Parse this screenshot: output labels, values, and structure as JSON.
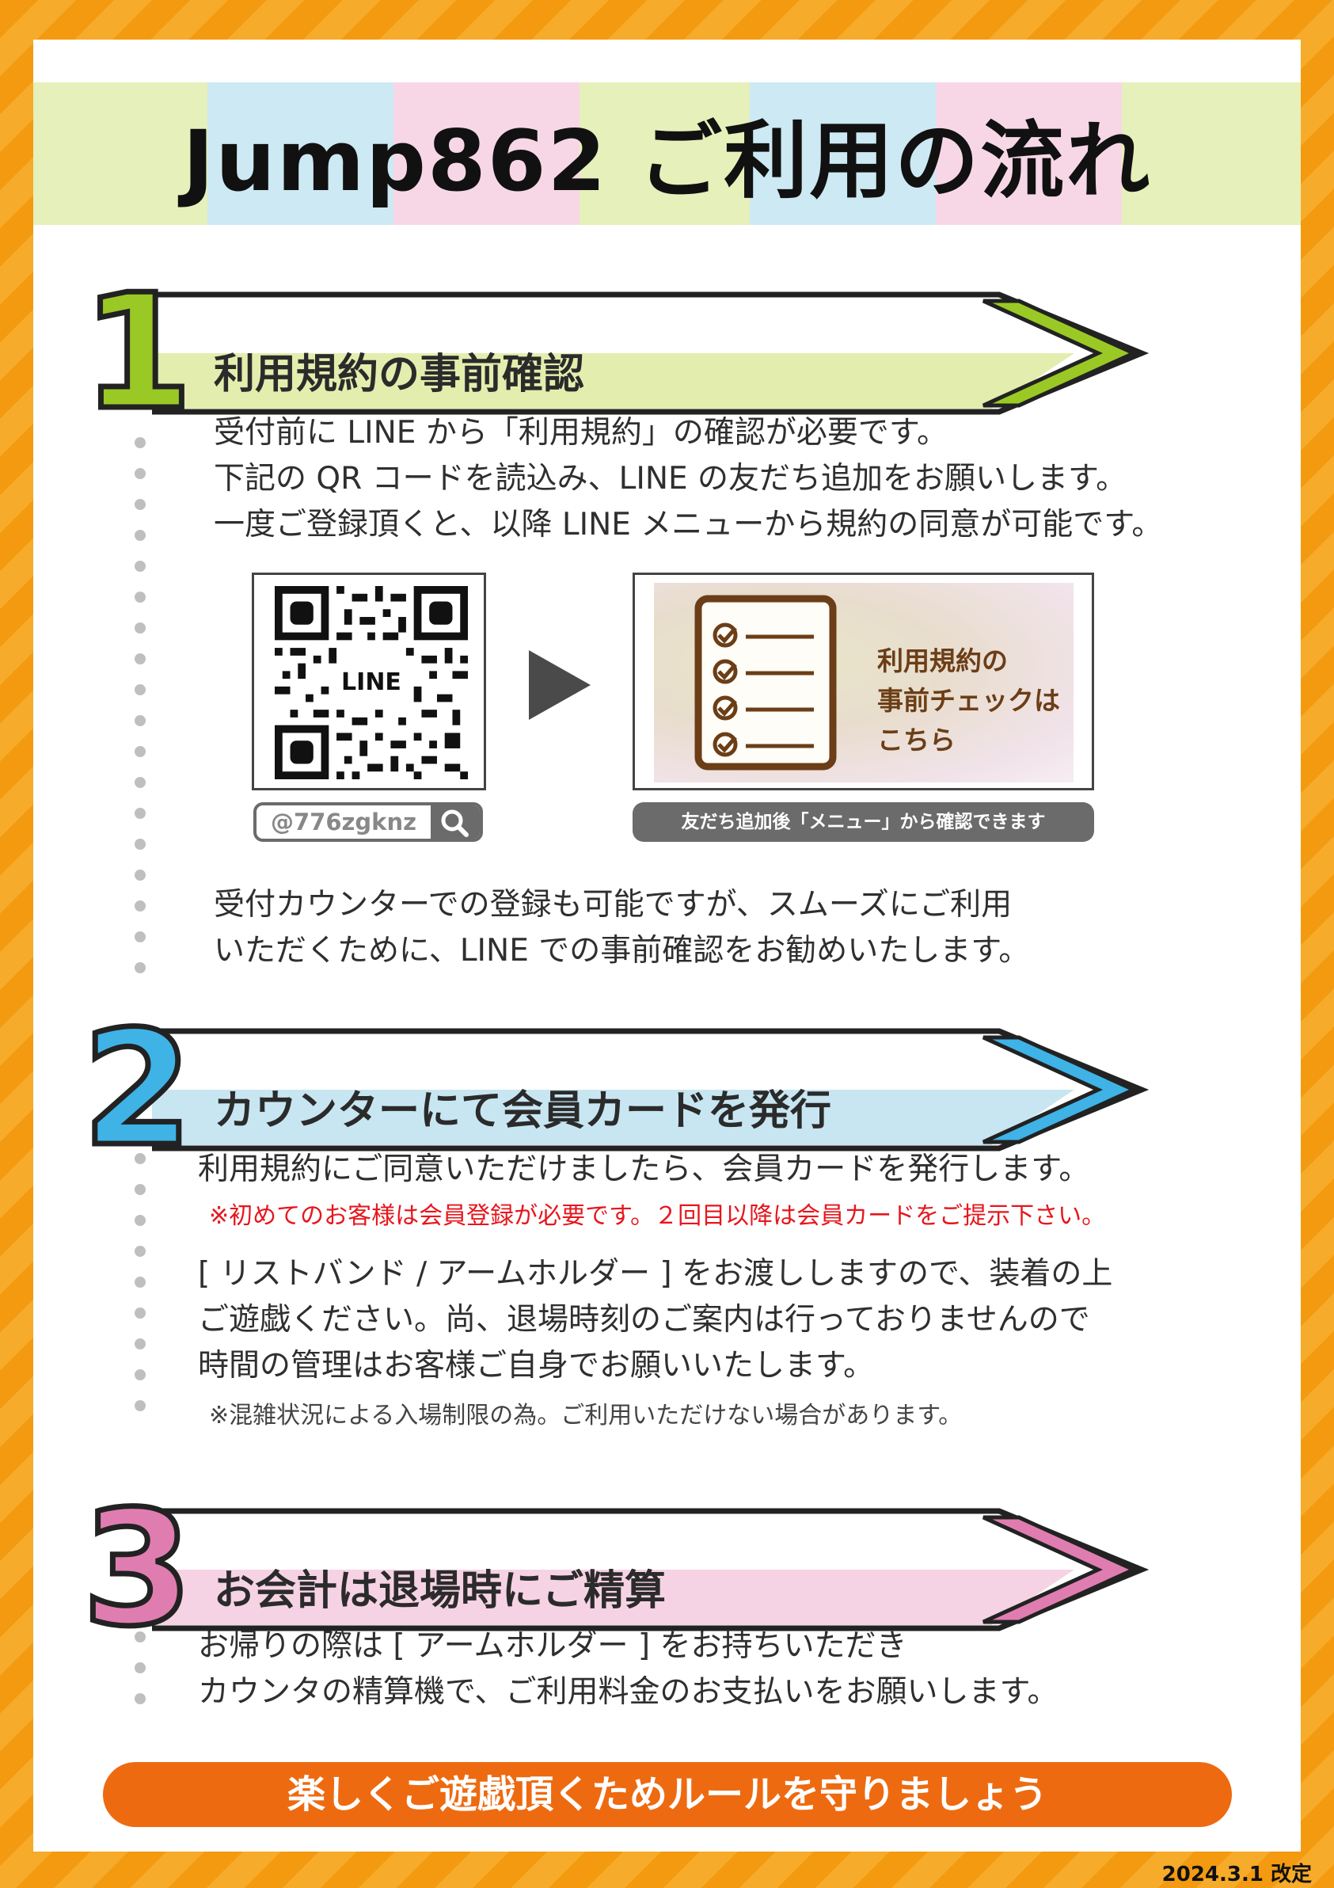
{
  "title": "Jump862 ご利用の流れ",
  "steps": [
    {
      "number": "1",
      "heading": "利用規約の事前確認",
      "color": "#9ac926",
      "band": "#e3eeae",
      "lines": [
        "受付前に LINE から「利用規約」の確認が必要です。",
        "下記の QR コードを読込み、LINE の友だち追加をお願いします。",
        "一度ご登録頂くと、以降 LINE メニューから規約の同意が可能です。"
      ],
      "qr_label": "LINE",
      "search_id": "@776zgknz",
      "menu_card_text": [
        "利用規約の",
        "事前チェックは",
        "こちら"
      ],
      "menu_caption": "友だち追加後「メニュー」から確認できます",
      "footer_lines": [
        "受付カウンターでの登録も可能ですが、スムーズにご利用",
        "いただくために、LINE での事前確認をお勧めいたします。"
      ]
    },
    {
      "number": "2",
      "heading": "カウンターにて会員カードを発行",
      "color": "#3fb2e6",
      "band": "#c8e6f2",
      "lines": [
        "利用規約にご同意いただけましたら、会員カードを発行します。"
      ],
      "note_red": "※初めてのお客様は会員登録が必要です。２回目以降は会員カードをご提示下さい。",
      "lines2": [
        "[ リストバンド / アームホルダー ] をお渡ししますので、装着の上",
        "ご遊戯ください。尚、退場時刻のご案内は行っておりませんので",
        "時間の管理はお客様ご自身でお願いいたします。"
      ],
      "note_grey": "※混雑状況による入場制限の為。ご利用いただけない場合があります。"
    },
    {
      "number": "3",
      "heading": "お会計は退場時にご精算",
      "color": "#e07db0",
      "band": "#f6d3e4",
      "lines": [
        "お帰りの際は [ アームホルダー ] をお持ちいただき",
        "カウンタの精算機で、ご利用料金のお支払いをお願いします。"
      ]
    }
  ],
  "bottom_banner": "楽しくご遊戯頂くためルールを守りましょう",
  "revision": "2024.3.1 改定",
  "colors": {
    "border": "#f39a10",
    "banner": "#ee6a10"
  }
}
